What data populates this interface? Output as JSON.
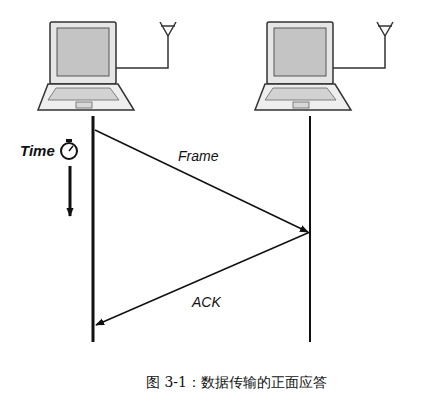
{
  "diagram": {
    "caption": "图 3-1：数据传输的正面应答",
    "labels": [
      "Time",
      "Frame",
      "ACK"
    ]
  }
}
